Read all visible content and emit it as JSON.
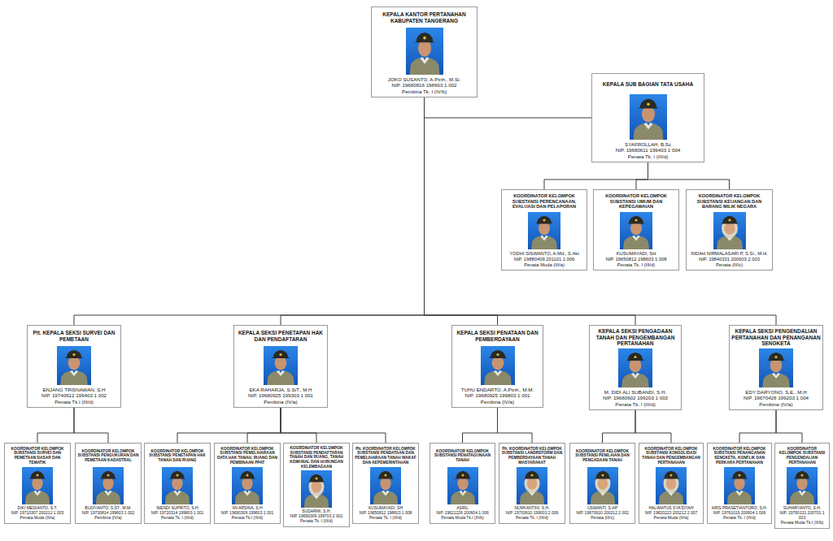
{
  "diagram": {
    "nodes": [
      {
        "text": [
          "KEPALA KANTOR PERTANAHAN KABUPATEN TANGERANG",
          "JOKO SUSANTO, A.Ptnh., M.Si.",
          "NIP. 19680816 198903 1 002",
          "Pembina Tk. I (IV/b)"
        ]
      },
      {
        "text": [
          "KEPALA SUB BAGIAN TATA USAHA",
          "SYAFROLLAH, B.Sc",
          "NIP. 19680611 199403 1 004",
          "Penata Tk. I (III/d)"
        ]
      },
      {
        "text": [
          "KOORDINATOR KELOMPOK SUBSTANSI PERENCANAAN, EVALUASI DAN PELAPORAN",
          "YODHI SISWANTO, A.Md., S.Akt",
          "NIP. 19880409 201101 1 006",
          "Penata Muda (III/a)"
        ]
      },
      {
        "text": [
          "KOORDINATOR KELOMPOK SUBSTANSI UMUM DAN KEPEGAWAIAN",
          "KUSUMAYADI, SH",
          "NIP. 19650812 198603 1 008",
          "Penata Tk. I (III/d)"
        ]
      },
      {
        "text": [
          "KOORDINATOR KELOMPOK SUBSTANSI KEUANGAN DAN BARANG MILIK NEGARA",
          "INDAH NIRMALASARI P, S.Si., M.H.",
          "NIP. 19840331 200603 2 003",
          "Penata (III/c)"
        ]
      },
      {
        "text": [
          "Plt. KEPALA SEKSI SURVEI DAN PEMETAAN",
          "ENJANG TRISNAWAN, S.H",
          "NIP. 19740612 199403 1 002",
          "Penata Tk.I (III/d)"
        ]
      },
      {
        "text": [
          "KEPALA SEKSI PENETAPAN HAK DAN PENDAFTARAN",
          "EKA RAHARJA, S.SiT., M.H",
          "NIP. 19680925 199303 1 001",
          "Pembina (IV/a)"
        ]
      },
      {
        "text": [
          "KEPALA SEKSI PENATAAN DAN PEMBERDAYAAN",
          "TUHU ENDARTO, A.Ptnh., M.M.",
          "NIP. 19680925 199803 1 001",
          "Pembina (IV/a)"
        ]
      },
      {
        "text": [
          "KEPALA SEKSI PENGADAAN TANAH DAN PENGEMBANGAN PERTANAHAN",
          "M. DIDI ALI SUBANDI, S.H.",
          "NIP. 19680602 199203 1 003",
          "Penata Tk. I (III/d)"
        ]
      },
      {
        "text": [
          "KEPALA SEKSI PENGENDALIAN PERTANAHAN DAN PENANGANAN SENGKETA",
          "EDY DARYONO, S.E., M.H",
          "NIP. 19670428 199203 1 004",
          "Pembina (IV/a)"
        ]
      },
      {
        "text": [
          "KOORDINATOR KELOMPOK SUBSTANSI SURVEI DAN PEMETAAN DASAR DAN TEMATIK",
          "DIKI MEDIANTO, S.T.",
          "NIP. 19710307 200212 1 003",
          "Penata Muda (III/a)"
        ]
      },
      {
        "text": [
          "KOORDINATOR KELOMPOK SUBSTANSI PENGUKURAN DAN PEMETAAN KADASTRAL",
          "BUDIYANTO, S.ST., M.M.",
          "NIP. 19730814 199603 1 002",
          "Pembina (IV/a)"
        ]
      },
      {
        "text": [
          "KOORDINATOR KELOMPOK SUBSTANSI PENETAPAN HAK TANAH DAN RUANG",
          "WENDI SUPRITO, S.H",
          "NIP. 19720314 199803 1 001",
          "Penata Tk. I (III/d)"
        ]
      },
      {
        "text": [
          "KOORDINATOR KELOMPOK SUBSTANSI PEMELIHARAAN DATA HAK TANAH, RUANG DAN PEMBINAAN PPAT",
          "IIN ARSINA, S.H",
          "NIP. 19690309 199603 1 001",
          "Penata Tk.I (III/d)"
        ]
      },
      {
        "text": [
          "KOORDINATOR KELOMPOK SUBSTANSI PENDAFTARAN TANAH DAN RUANG, TANAH KOMUNAL DAN HUBUNGAN KELEMBAGAAN",
          "SUDARMI, S.H.",
          "NIP. 19690309 199703 2 001",
          "Penata Tk. I (III/d)"
        ]
      },
      {
        "text": [
          "Plt. KOORDINATOR KELOMPOK SUBSTANSI PENDATAAN DAN PEMELIHARAAN TANAH WAKAF DAN KEPEMERINTAHAN",
          "KUSUMAYADI, SH",
          "NIP. 19650812 198603 1 008",
          "Penata Tk. I (III/d)"
        ]
      },
      {
        "text": [
          "KOORDINATOR KELOMPOK SUBSTANSI PENATAGUNAAN TANAH",
          "ASRIL",
          "NIP. 19621226 200604 1 006",
          "Penata Muda Tk.I (III/b)"
        ]
      },
      {
        "text": [
          "Plt. KOORDINATOR KELOMPOK SUBSTANSI LANDREFORM DAN PEMBERDAYAAN TANAH MASYARAKAT",
          "NURKANTINI, S.H.",
          "NIP. 19700610 199003 2 006",
          "Penata Tk. I (III/d)"
        ]
      },
      {
        "text": [
          "KOORDINATOR KELOMPOK SUBSTANSI PENILAIAN DAN PENGADAAN TANAH",
          "USWANTI, S.AP",
          "NIP. 19670610 200212 2 002",
          "Penata (III/c)"
        ]
      },
      {
        "text": [
          "KOORDINATOR KELOMPOK SUBSTANSI KONSOLIDASI TANAH DAN PENGEMBANGAN PERTANAHAN",
          "HALIMATUS SYA'DIYAH",
          "NIP. 19820223 200212 2 007",
          "Penata Muda (III/a)"
        ]
      },
      {
        "text": [
          "KOORDINATOR KELOMPOK SUBSTANSI PENANGANAN SENGKETA, KONFLIK DAN PERKARA PERTANAHAN",
          "ARIS PRASETIANTORO, S.H.",
          "NIP. 19761019 200604 1 006",
          "Penata Tk. I (III/d)"
        ]
      },
      {
        "text": [
          "KOORDINATOR KELOMPOK SUBSTANSI PENGENDALIAN PERTANAHAN",
          "SUHARYANTO, S.H.",
          "NIP. 19760131 200701 1 003",
          "Penata Muda Tk.I (III/b)"
        ]
      }
    ],
    "edges": [
      {
        "from": 0,
        "to": 1,
        "arrow": "none"
      },
      {
        "from": 1,
        "to": 2,
        "arrow": "none"
      },
      {
        "from": 1,
        "to": 3,
        "arrow": "none"
      },
      {
        "from": 1,
        "to": 4,
        "arrow": "none"
      },
      {
        "from": 0,
        "to": 5,
        "arrow": "none"
      },
      {
        "from": 0,
        "to": 6,
        "arrow": "none"
      },
      {
        "from": 0,
        "to": 7,
        "arrow": "none"
      },
      {
        "from": 0,
        "to": 8,
        "arrow": "none"
      },
      {
        "from": 0,
        "to": 9,
        "arrow": "none"
      },
      {
        "from": 5,
        "to": 10,
        "arrow": "none"
      },
      {
        "from": 5,
        "to": 11,
        "arrow": "none"
      },
      {
        "from": 6,
        "to": 12,
        "arrow": "none"
      },
      {
        "from": 6,
        "to": 13,
        "arrow": "none"
      },
      {
        "from": 6,
        "to": 14,
        "arrow": "none"
      },
      {
        "from": 6,
        "to": 15,
        "arrow": "none"
      },
      {
        "from": 7,
        "to": 16,
        "arrow": "none"
      },
      {
        "from": 7,
        "to": 17,
        "arrow": "none"
      },
      {
        "from": 8,
        "to": 18,
        "arrow": "none"
      },
      {
        "from": 8,
        "to": 19,
        "arrow": "none"
      },
      {
        "from": 9,
        "to": 20,
        "arrow": "none"
      },
      {
        "from": 9,
        "to": 21,
        "arrow": "none"
      }
    ]
  }
}
